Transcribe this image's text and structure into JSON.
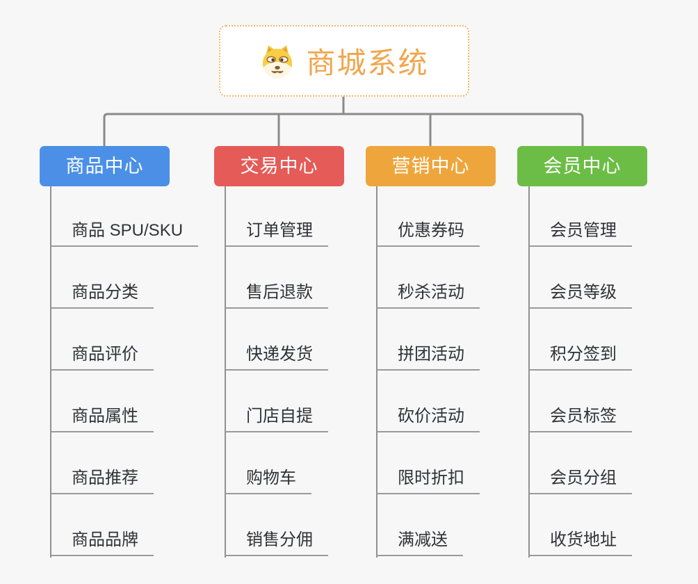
{
  "page": {
    "background_color": "#f7f7f7",
    "connector_color": "#8a8a8a",
    "leaf_underline_color": "#9a9a9a",
    "leaf_text_color": "#2f3237"
  },
  "root": {
    "title": "商城系统",
    "icon": "dog-face-icon",
    "text_color": "#f0a64e",
    "border_color": "#f2b766",
    "background_color": "#ffffff"
  },
  "branches": [
    {
      "label": "商品中心",
      "color": "#4b90e6",
      "items": [
        "商品 SPU/SKU",
        "商品分类",
        "商品评价",
        "商品属性",
        "商品推荐",
        "商品品牌"
      ]
    },
    {
      "label": "交易中心",
      "color": "#e45b58",
      "items": [
        "订单管理",
        "售后退款",
        "快递发货",
        "门店自提",
        "购物车",
        "销售分佣"
      ]
    },
    {
      "label": "营销中心",
      "color": "#eea63c",
      "items": [
        "优惠券码",
        "秒杀活动",
        "拼团活动",
        "砍价活动",
        "限时折扣",
        "满减送"
      ]
    },
    {
      "label": "会员中心",
      "color": "#6cbd45",
      "items": [
        "会员管理",
        "会员等级",
        "积分签到",
        "会员标签",
        "会员分组",
        "收货地址"
      ]
    }
  ]
}
